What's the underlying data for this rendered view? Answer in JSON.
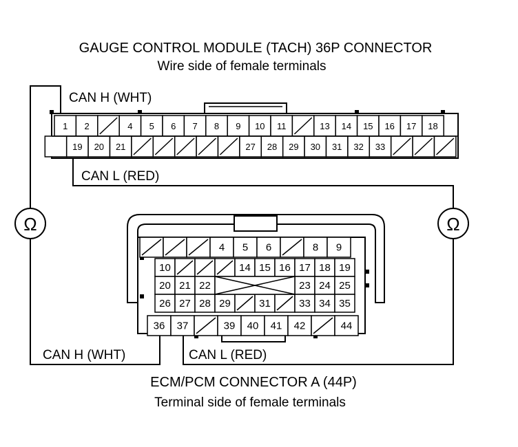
{
  "gauge": {
    "title": "GAUGE CONTROL MODULE (TACH) 36P CONNECTOR",
    "subtitle": "Wire side of female terminals",
    "row1": [
      "1",
      "2",
      "/",
      "4",
      "5",
      "6",
      "7",
      "8",
      "9",
      "10",
      "11",
      "/",
      "13",
      "14",
      "15",
      "16",
      "17",
      "18"
    ],
    "row2": [
      "",
      "19",
      "20",
      "21",
      "/",
      "/",
      "/",
      "/",
      "/",
      "27",
      "28",
      "29",
      "30",
      "31",
      "32",
      "33",
      "/",
      "/",
      "/"
    ]
  },
  "ecm": {
    "title": "ECM/PCM CONNECTOR A (44P)",
    "subtitle": "Terminal side of female terminals",
    "row1": [
      "/",
      "/",
      "/",
      "4",
      "5",
      "6",
      "/",
      "8",
      "9"
    ],
    "row2": [
      "10",
      "/",
      "/",
      "/",
      "14",
      "15",
      "16",
      "17",
      "18",
      "19"
    ],
    "row3": [
      "20",
      "21",
      "22",
      "X",
      "X",
      "X",
      "X",
      "23",
      "24",
      "25"
    ],
    "row4": [
      "26",
      "27",
      "28",
      "29",
      "/",
      "31",
      "/",
      "33",
      "34",
      "35"
    ],
    "row5": [
      "36",
      "37",
      "/",
      "39",
      "40",
      "41",
      "42",
      "/",
      "44"
    ]
  },
  "labels": {
    "can_h_top": "CAN H (WHT)",
    "can_l_top": "CAN L (RED)",
    "can_h_bottom": "CAN H (WHT)",
    "can_l_bottom": "CAN L (RED)"
  },
  "meters": {
    "symbol": "Ω"
  }
}
